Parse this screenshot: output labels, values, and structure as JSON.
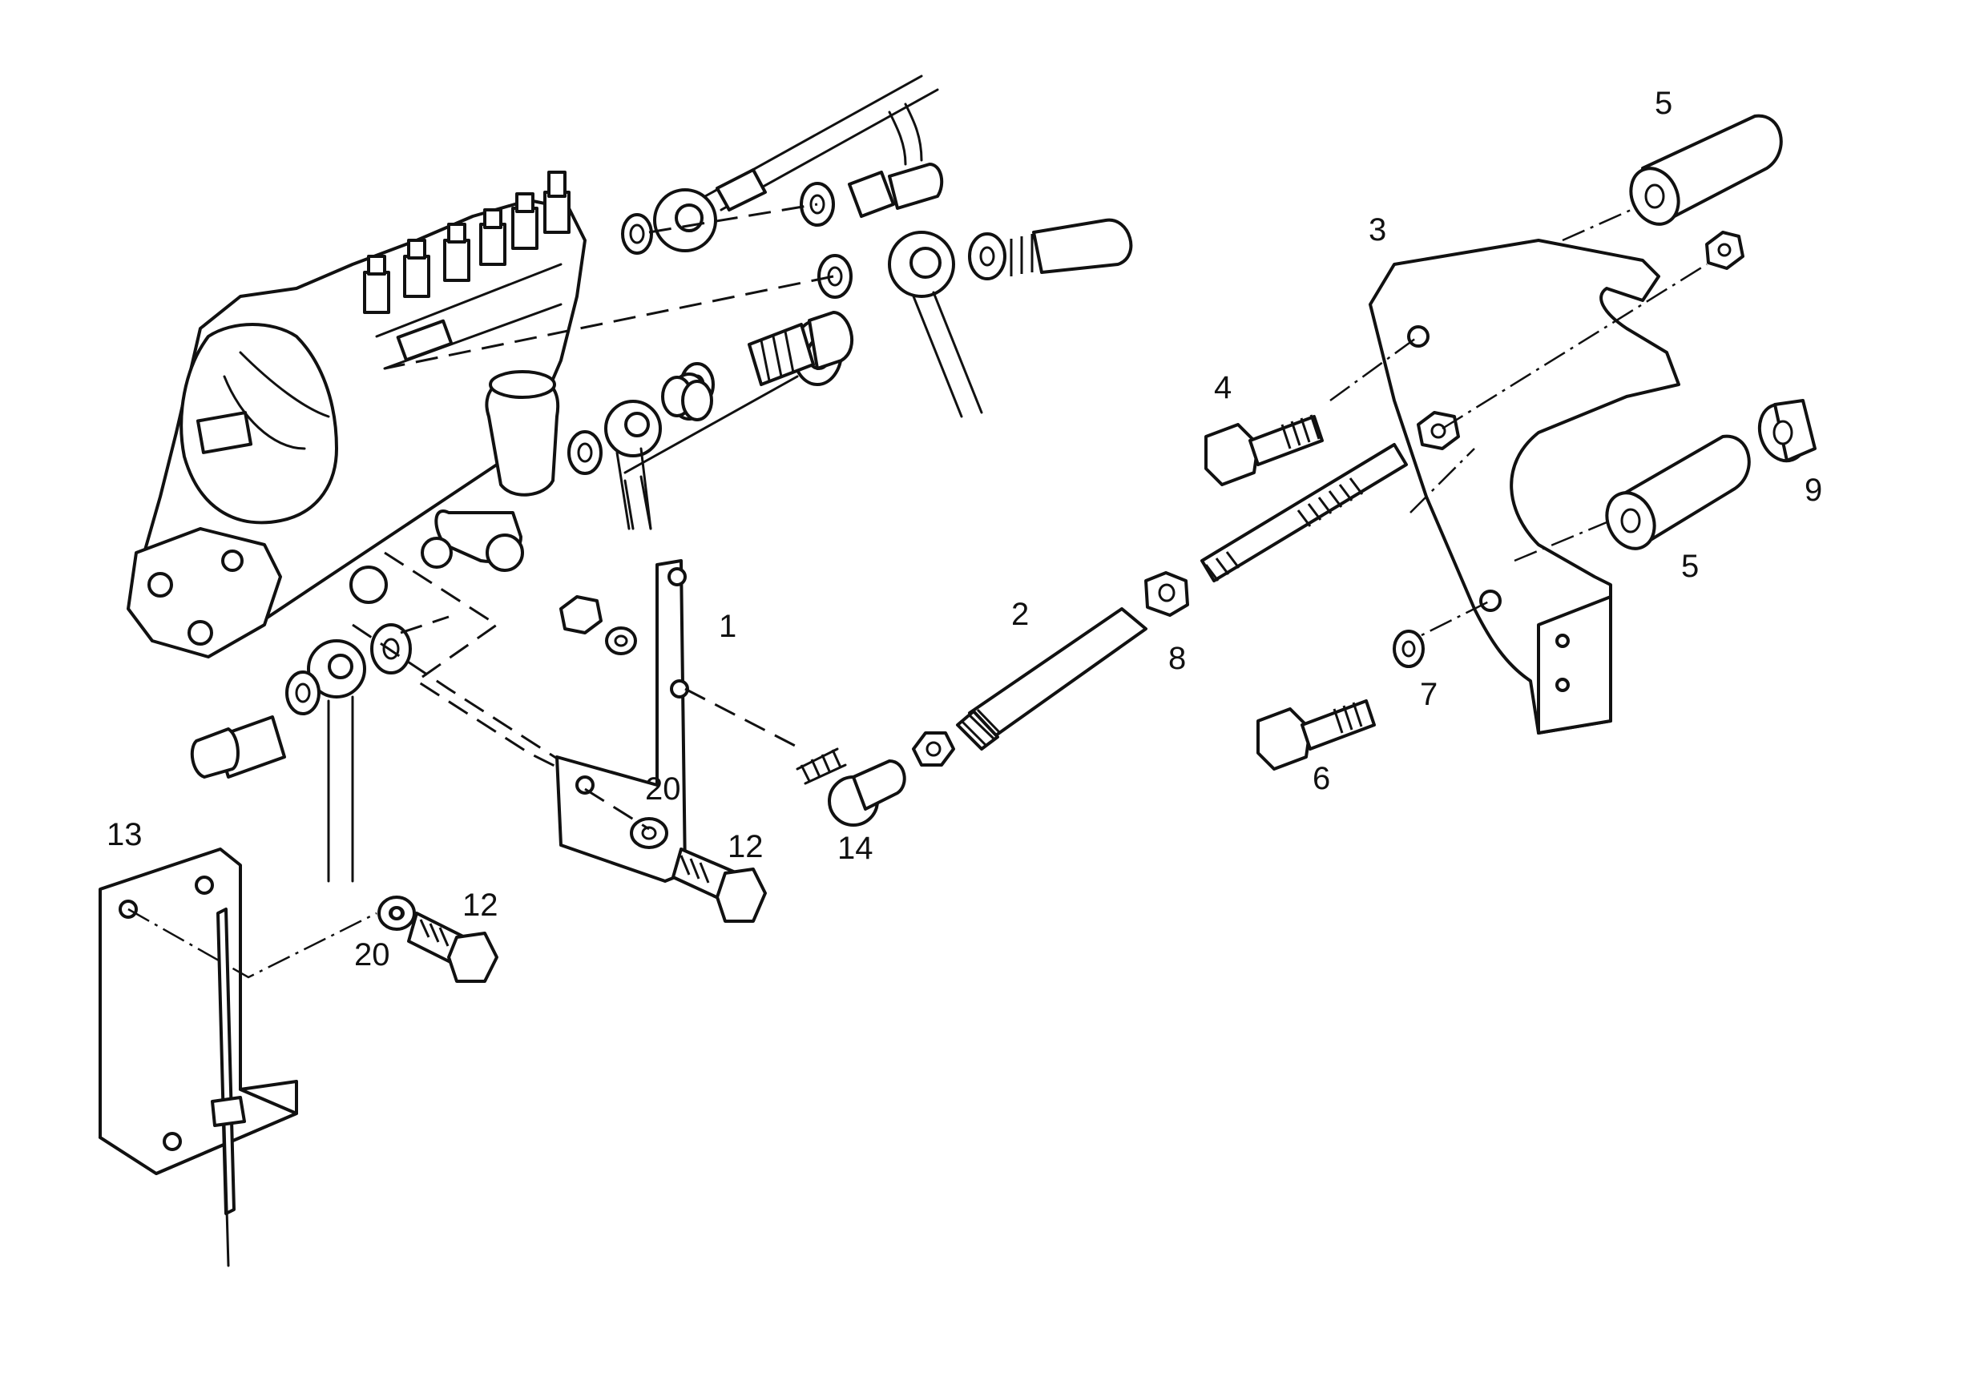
{
  "diagram": {
    "part_labels": {
      "l1": "1",
      "l2": "2",
      "l3": "3",
      "l4": "4",
      "l5a": "5",
      "l5b": "5",
      "l6": "6",
      "l7": "7",
      "l8": "8",
      "l9": "9",
      "l12a": "12",
      "l12b": "12",
      "l13": "13",
      "l14": "14",
      "l20a": "20",
      "l20b": "20"
    },
    "colors": {
      "ink": "#111111",
      "paper": "#ffffff"
    }
  }
}
